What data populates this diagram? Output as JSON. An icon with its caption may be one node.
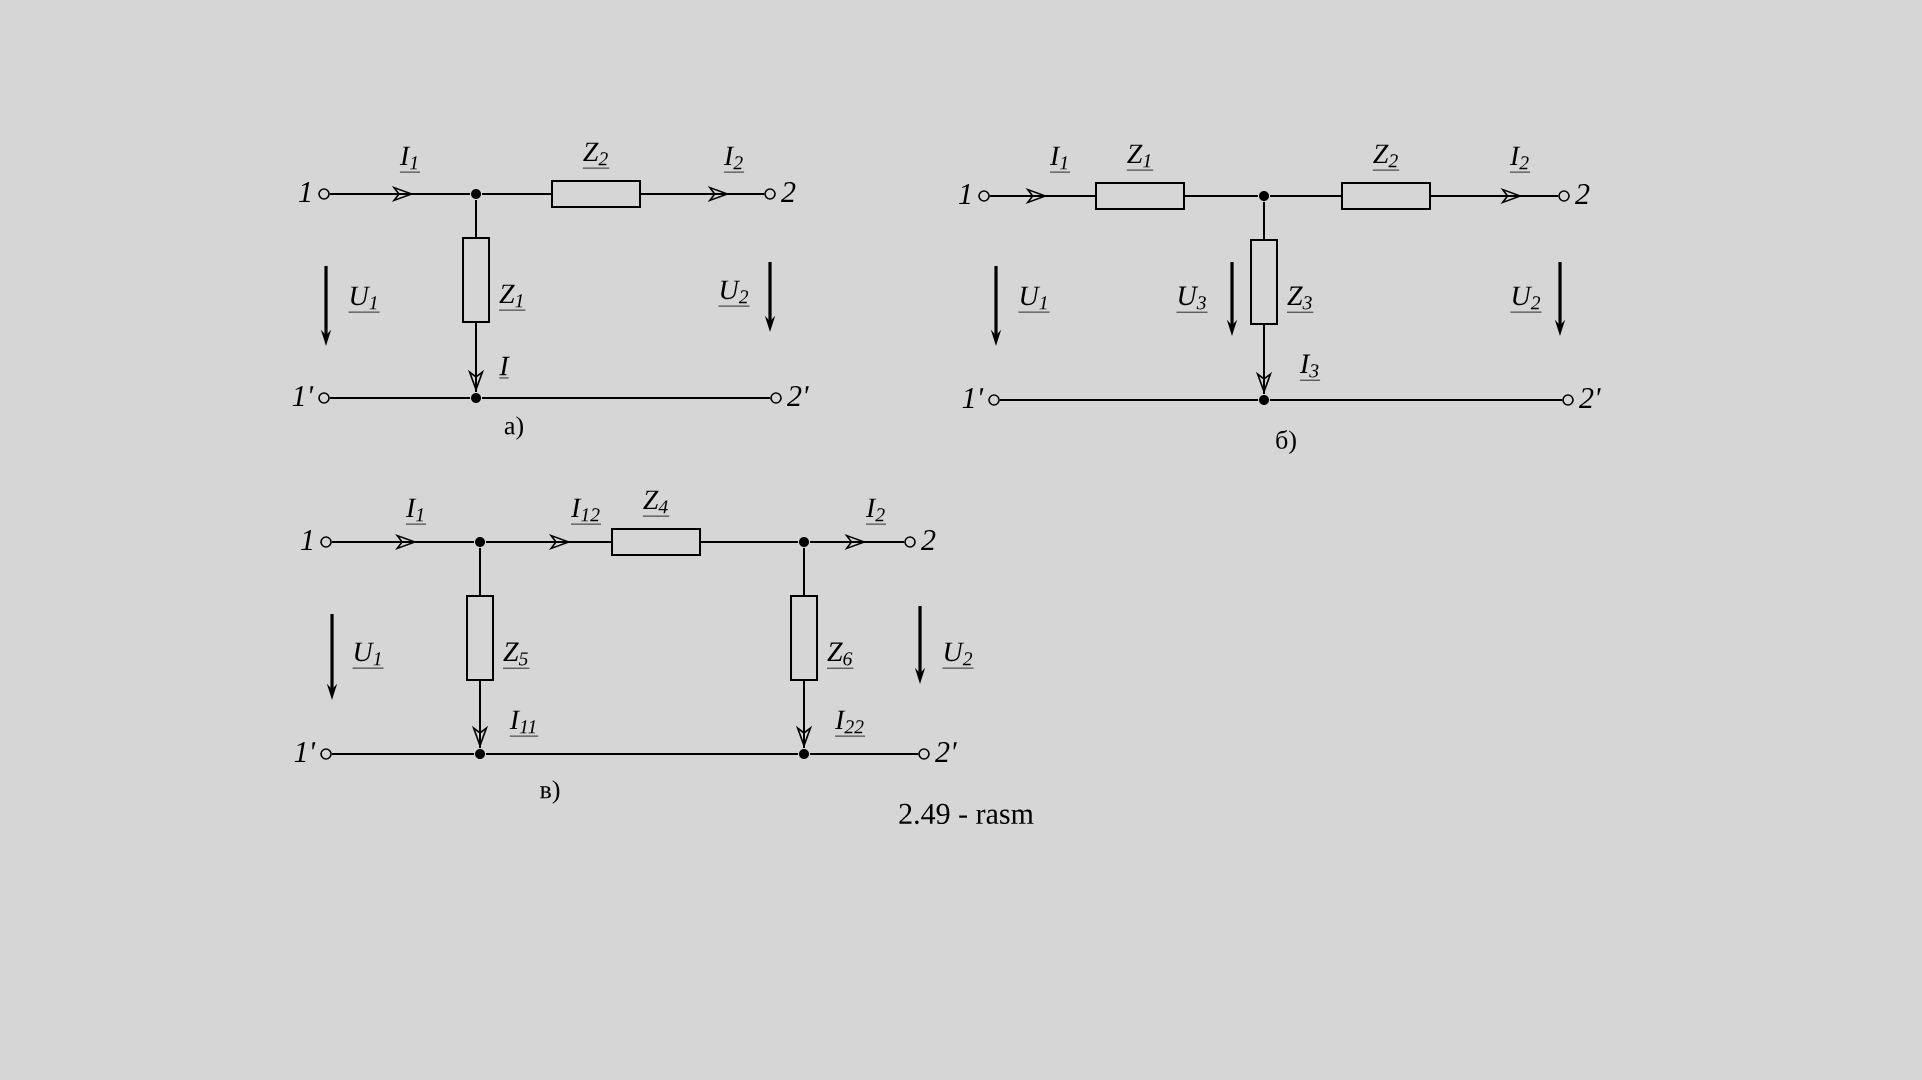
{
  "diagram": {
    "nodes": [
      {
        "text": [
          "1"
        ]
      },
      {
        "text": [],
        "shape": "circle"
      },
      {
        "text": [
          "Z$_{2}$"
        ]
      },
      {
        "text": [
          "2"
        ]
      },
      {
        "text": [
          "Z$_{1}$"
        ]
      },
      {
        "text": [
          "1'"
        ]
      },
      {
        "text": [],
        "shape": "circle"
      },
      {
        "text": [
          "2'"
        ]
      },
      {
        "text": [
          "1"
        ]
      },
      {
        "text": [
          "Z$_{1}$"
        ]
      },
      {
        "text": [],
        "shape": "circle"
      },
      {
        "text": [
          "Z$_{2}$"
        ]
      },
      {
        "text": [
          "2"
        ]
      },
      {
        "text": [
          "Z$_{3}$"
        ]
      },
      {
        "text": [
          "1'"
        ]
      },
      {
        "text": [],
        "shape": "circle"
      },
      {
        "text": [
          "2'"
        ]
      },
      {
        "text": [
          "1"
        ]
      },
      {
        "text": [],
        "shape": "circle"
      },
      {
        "text": [
          "Z$_{4}$"
        ]
      },
      {
        "text": [],
        "shape": "circle"
      },
      {
        "text": [
          "2"
        ]
      },
      {
        "text": [
          "Z$_{5}$"
        ]
      },
      {
        "text": [
          "Z$_{6}$"
        ]
      },
      {
        "text": [
          "1'"
        ]
      },
      {
        "text": [],
        "shape": "circle"
      },
      {
        "text": [],
        "shape": "circle"
      },
      {
        "text": [
          "2'"
        ]
      }
    ],
    "edges": [
      {
        "from": 0,
        "to": 1,
        "arrow": "to",
        "label": "I$_{1}$"
      },
      {
        "from": 1,
        "to": 2,
        "arrow": "none"
      },
      {
        "from": 2,
        "to": 3,
        "arrow": "to",
        "label": "I$_{2}$"
      },
      {
        "from": 1,
        "to": 4,
        "arrow": "none"
      },
      {
        "from": 4,
        "to": 6,
        "arrow": "to",
        "label": "I"
      },
      {
        "from": 5,
        "to": 6,
        "arrow": "none"
      },
      {
        "from": 6,
        "to": 7,
        "arrow": "none"
      },
      {
        "from": 8,
        "to": 9,
        "arrow": "to",
        "label": "I$_{1}$"
      },
      {
        "from": 9,
        "to": 10,
        "arrow": "none"
      },
      {
        "from": 10,
        "to": 11,
        "arrow": "none"
      },
      {
        "from": 11,
        "to": 12,
        "arrow": "to",
        "label": "I$_{2}$"
      },
      {
        "from": 10,
        "to": 13,
        "arrow": "none"
      },
      {
        "from": 13,
        "to": 15,
        "arrow": "to",
        "label": "I$_{3}$"
      },
      {
        "from": 14,
        "to": 15,
        "arrow": "none"
      },
      {
        "from": 15,
        "to": 16,
        "arrow": "none"
      },
      {
        "from": 17,
        "to": 18,
        "arrow": "to",
        "label": "I$_{1}$"
      },
      {
        "from": 18,
        "to": 19,
        "arrow": "to",
        "label": "I$_{12}$"
      },
      {
        "from": 19,
        "to": 20,
        "arrow": "none"
      },
      {
        "from": 20,
        "to": 21,
        "arrow": "to",
        "label": "I$_{2}$"
      },
      {
        "from": 18,
        "to": 22,
        "arrow": "none"
      },
      {
        "from": 20,
        "to": 23,
        "arrow": "none"
      },
      {
        "from": 22,
        "to": 25,
        "arrow": "to",
        "label": "I$_{11}$"
      },
      {
        "from": 23,
        "to": 26,
        "arrow": "to",
        "label": "I$_{22}$"
      },
      {
        "from": 24,
        "to": 25,
        "arrow": "none"
      },
      {
        "from": 25,
        "to": 26,
        "arrow": "none"
      },
      {
        "from": 26,
        "to": 27,
        "arrow": "none"
      }
    ],
    "labels": [
      "U$_{1}$",
      "U$_{2}$",
      "а)",
      "U$_{1}$",
      "U$_{3}$",
      "U$_{2}$",
      "б)",
      "U$_{1}$",
      "U$_{2}$",
      "в)",
      "2.49 - rasm"
    ]
  }
}
